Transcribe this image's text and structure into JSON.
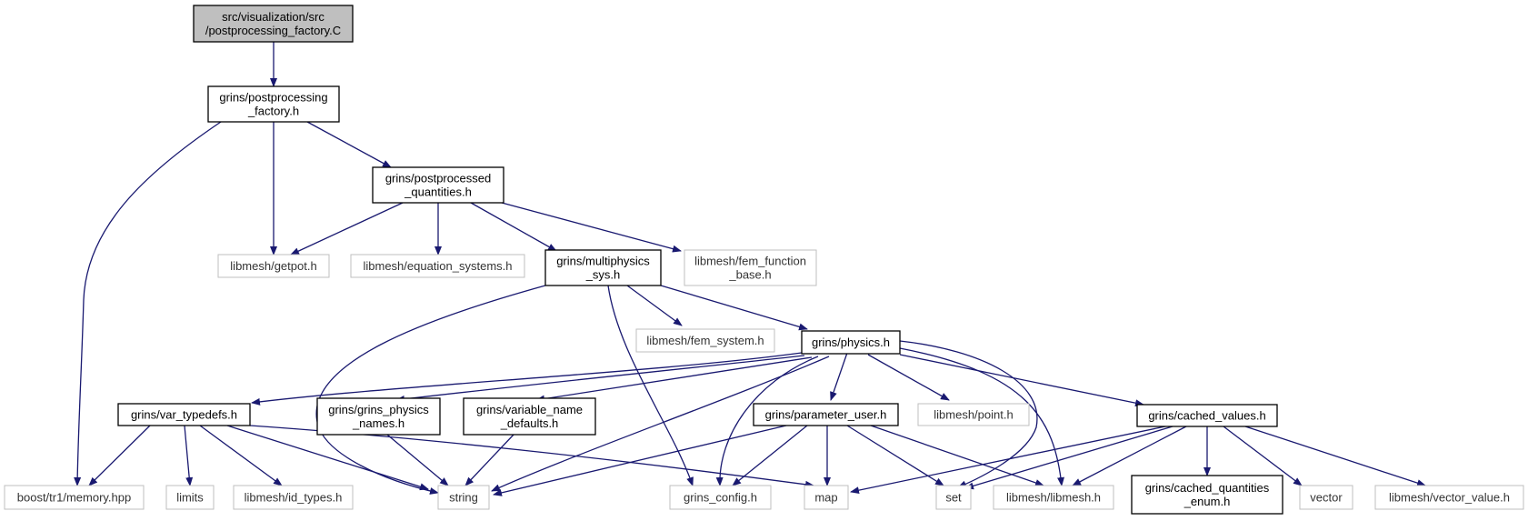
{
  "colors": {
    "edge": "#191970",
    "root_fill": "#bfbfbf",
    "internal_border": "#000000",
    "external_border": "#bfbfbf"
  },
  "nodes": {
    "root": [
      "src/visualization/src",
      "/postprocessing_factory.C"
    ],
    "postprocessing_factory_h": [
      "grins/postprocessing",
      "_factory.h"
    ],
    "postprocessed_quantities_h": [
      "grins/postprocessed",
      "_quantities.h"
    ],
    "getpot_h": [
      "libmesh/getpot.h"
    ],
    "equation_systems_h": [
      "libmesh/equation_systems.h"
    ],
    "multiphysics_sys_h": [
      "grins/multiphysics",
      "_sys.h"
    ],
    "fem_function_base_h": [
      "libmesh/fem_function",
      "_base.h"
    ],
    "fem_system_h": [
      "libmesh/fem_system.h"
    ],
    "physics_h": [
      "grins/physics.h"
    ],
    "var_typedefs_h": [
      "grins/var_typedefs.h"
    ],
    "grins_physics_names_h": [
      "grins/grins_physics",
      "_names.h"
    ],
    "variable_name_defaults_h": [
      "grins/variable_name",
      "_defaults.h"
    ],
    "parameter_user_h": [
      "grins/parameter_user.h"
    ],
    "point_h": [
      "libmesh/point.h"
    ],
    "cached_values_h": [
      "grins/cached_values.h"
    ],
    "memory_hpp": [
      "boost/tr1/memory.hpp"
    ],
    "limits": [
      "limits"
    ],
    "id_types_h": [
      "libmesh/id_types.h"
    ],
    "string": [
      "string"
    ],
    "grins_config_h": [
      "grins_config.h"
    ],
    "map": [
      "map"
    ],
    "set": [
      "set"
    ],
    "libmesh_h": [
      "libmesh/libmesh.h"
    ],
    "cached_quantities_enum_h": [
      "grins/cached_quantities",
      "_enum.h"
    ],
    "vector": [
      "vector"
    ],
    "vector_value_h": [
      "libmesh/vector_value.h"
    ]
  }
}
